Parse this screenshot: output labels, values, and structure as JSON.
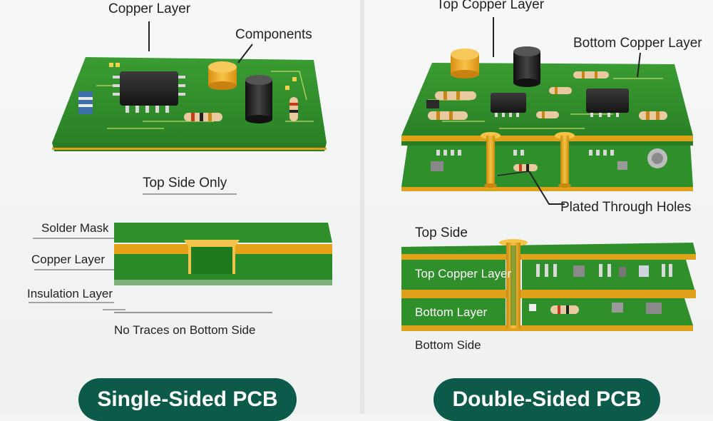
{
  "left": {
    "label_copper_layer": "Copper Layer",
    "label_components": "Components",
    "label_top_side_only": "Top Side Only",
    "label_solder_mask": "Solder Mask",
    "label_copper_layer_cross": "Copper Layer",
    "label_insulation_layer": "Insulation Layer",
    "label_no_traces": "No Traces on Bottom Side",
    "title": "Single-Sided PCB"
  },
  "right": {
    "label_top_copper_layer": "Top Copper Layer",
    "label_bottom_copper_layer": "Bottom Copper Layer",
    "label_plated_through_holes": "Plated Through Holes",
    "label_top_side": "Top Side",
    "label_top_copper_layer_cross": "Top Copper Layer",
    "label_bottom_layer": "Bottom Layer",
    "label_bottom_side": "Bottom Side",
    "title": "Double-Sided PCB"
  },
  "colors": {
    "board_green": "#2f8f2a",
    "board_dark": "#1f6e1c",
    "copper": "#e0a21a",
    "title_pill": "#0c5a4a"
  }
}
